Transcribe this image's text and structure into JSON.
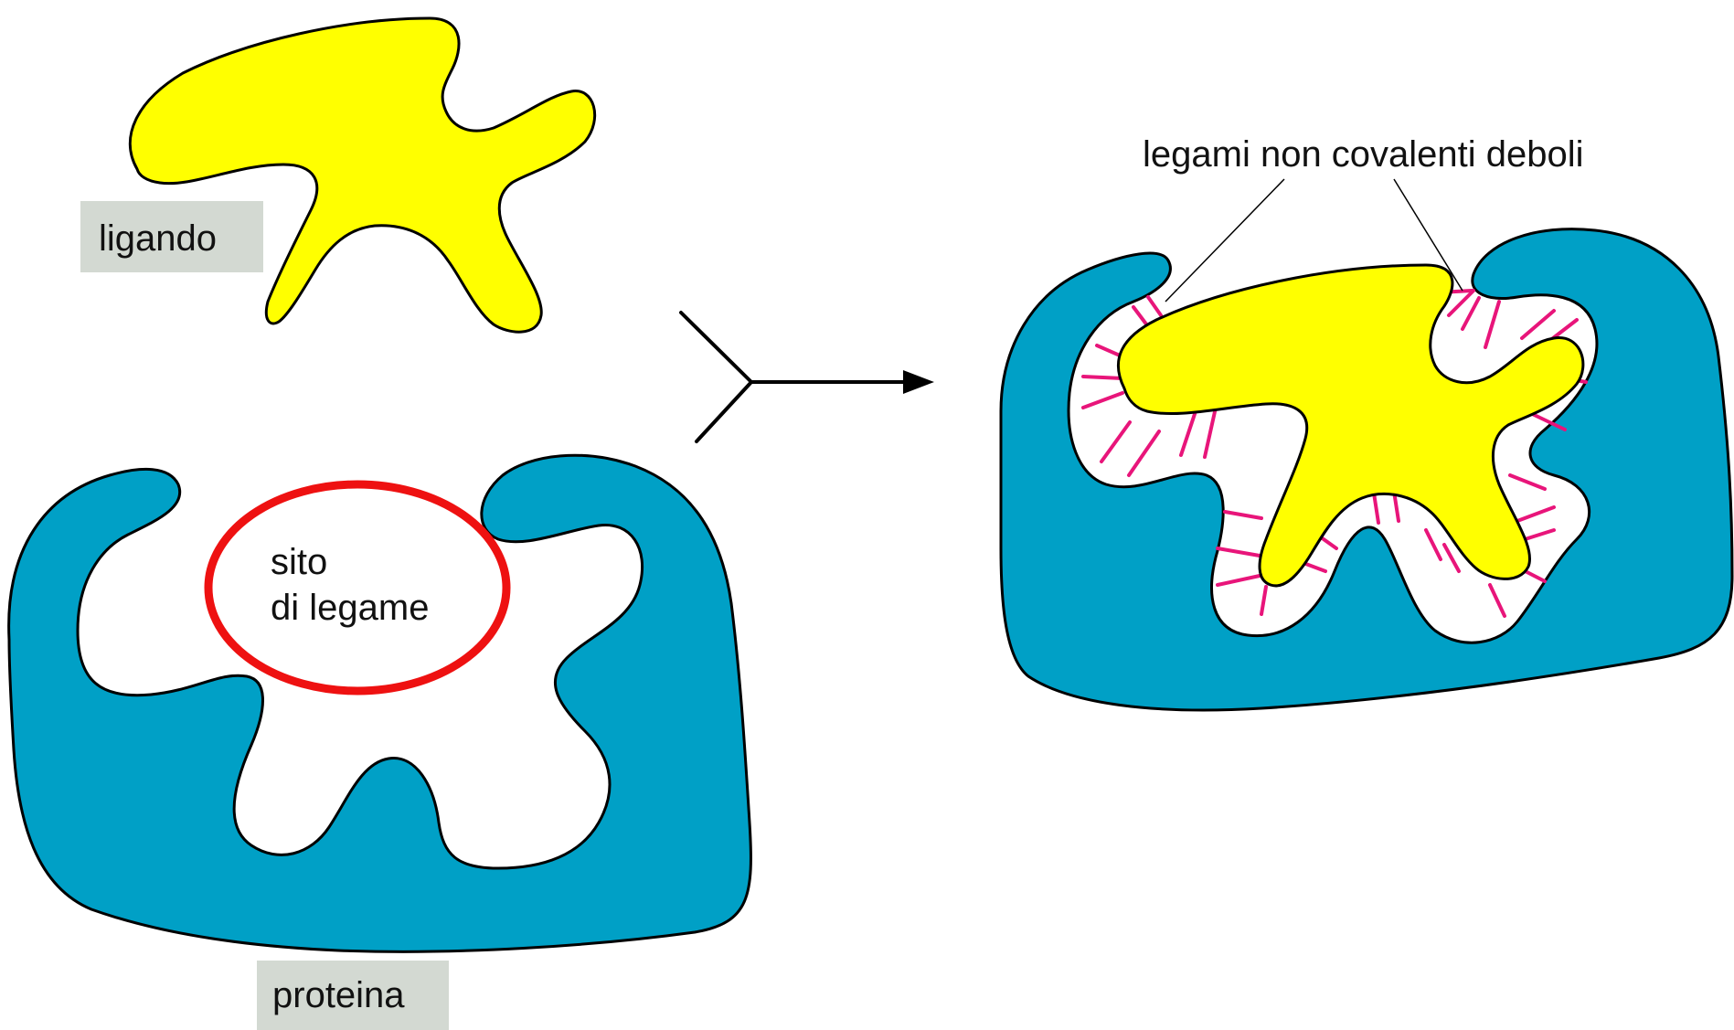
{
  "labels": {
    "ligand": "ligando",
    "protein": "proteina",
    "binding_site_line1": "sito",
    "binding_site_line2": "di legame",
    "weak_bonds": "legami non covalenti deboli"
  },
  "colors": {
    "ligand_fill": "#ffff00",
    "protein_fill": "#00a0c6",
    "outline": "#000000",
    "label_box": "#d3d9d2",
    "highlight_ring": "#ee1111",
    "bond_lines": "#e8157a",
    "background": "#ffffff"
  }
}
